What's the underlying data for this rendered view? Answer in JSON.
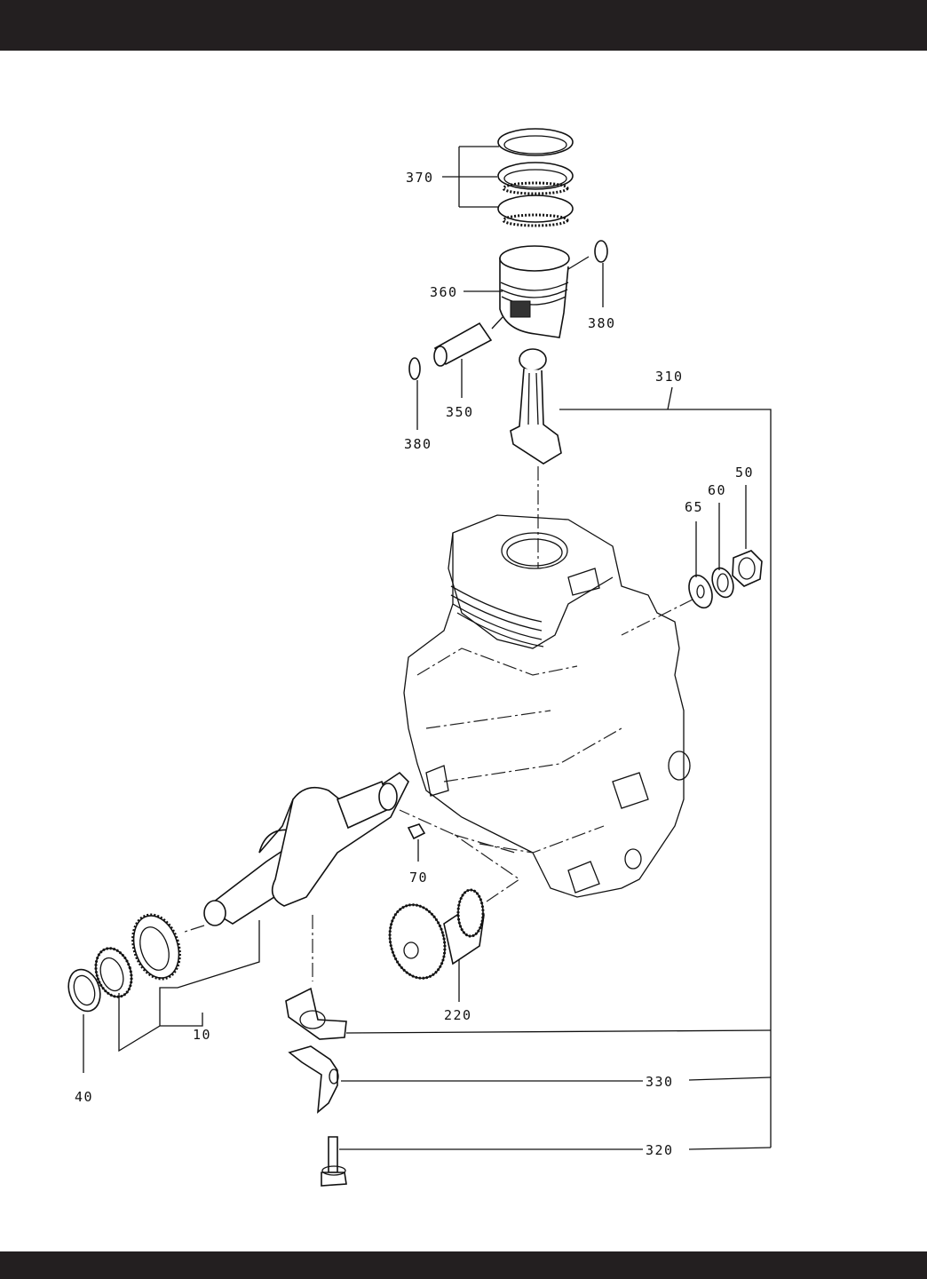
{
  "labels": {
    "p370": "370",
    "p360": "360",
    "p380a": "380",
    "p380b": "380",
    "p350": "350",
    "p310": "310",
    "p50": "50",
    "p60": "60",
    "p65": "65",
    "p70": "70",
    "p220": "220",
    "p10": "10",
    "p40": "40",
    "p330": "330",
    "p320": "320"
  }
}
